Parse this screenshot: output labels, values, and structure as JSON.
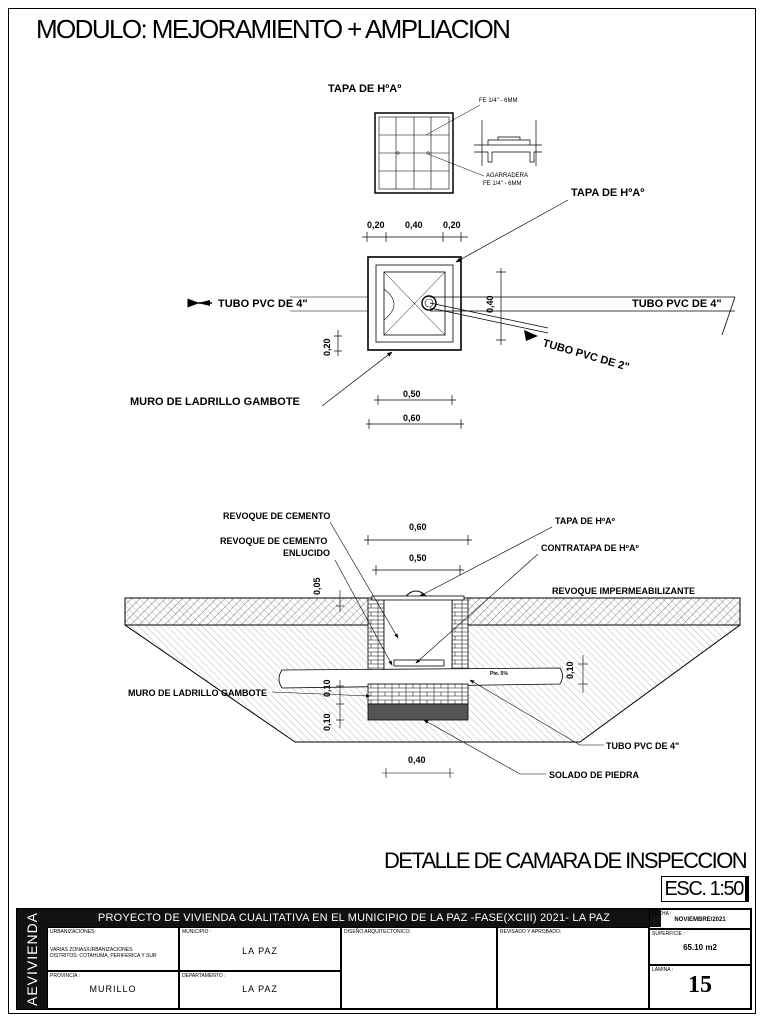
{
  "header": {
    "title": "MODULO: MEJORAMIENTO + AMPLIACION"
  },
  "plan": {
    "tapa_top_label": "TAPA DE HºAº",
    "fe_label": "FE 1/4\" - 6MM",
    "agarradera_label": "AGARRADERA",
    "agarradera_fe": "FE 1/4\" - 6MM",
    "tapa_label": "TAPA DE HºAº",
    "dim_020a": "0,20",
    "dim_040": "0,40",
    "dim_020b": "0,20",
    "dim_040v": "0,40",
    "dim_020v": "0,20",
    "tubo_left": "TUBO PVC DE 4\"",
    "tubo_right": "TUBO PVC DE 4\"",
    "tubo_2": "TUBO PVC DE 2\"",
    "muro": "MURO DE LADRILLO GAMBOTE",
    "dim_050": "0,50",
    "dim_060": "0,60"
  },
  "section": {
    "revoque_cemento": "REVOQUE DE CEMENTO",
    "revoque_cemento_2": "REVOQUE DE CEMENTO",
    "enlucido": "ENLUCIDO",
    "dim_060": "0,60",
    "dim_050": "0,50",
    "tapa": "TAPA DE HºAº",
    "contratapa": "CONTRATAPA DE HºAº",
    "revoque_imp": "REVOQUE IMPERMEABILIZANTE",
    "dim_005": "0,05",
    "dim_010r": "0,10",
    "pte": "Pte. 5%",
    "muro": "MURO DE LADRILLO GAMBOTE",
    "dim_010a": "0,10",
    "dim_010b": "0,10",
    "tubo": "TUBO PVC DE 4\"",
    "dim_040": "0,40",
    "solado": "SOLADO DE PIEDRA"
  },
  "detail": {
    "title": "DETALLE DE CAMARA DE INSPECCION",
    "scale": "ESC. 1:50"
  },
  "title_block": {
    "side": "AEVIVIENDA",
    "project": "PROYECTO DE VIVIENDA CUALITATIVA EN EL MUNICIPIO DE LA PAZ -FASE(XCIII) 2021- LA PAZ",
    "urbanizaciones_label": "URBANIZACIONES:",
    "urbanizaciones_line1": "VARIAS ZONAS/URBANIZACIONES",
    "urbanizaciones_line2": "DISTRITOS: COTAHUMA, PERIFERICA Y SUR",
    "municipio_label": "MUNICIPIO :",
    "municipio": "LA PAZ",
    "provincia_label": "PROVINCIA :",
    "provincia": "MURILLO",
    "departamento_label": "DEPARTAMENTO :",
    "departamento": "LA PAZ",
    "diseno_label": "DISEÑO ARQUITECTONICO:",
    "revisado_label": "REVISADO Y APROBADO:",
    "fecha_label": "FECHA :",
    "fecha": "NOVIEMBRE/2021",
    "superficie_label": "SUPERFICIE :",
    "superficie": "65.10 m2",
    "lamina_label": "LAMINA :",
    "lamina": "15"
  }
}
